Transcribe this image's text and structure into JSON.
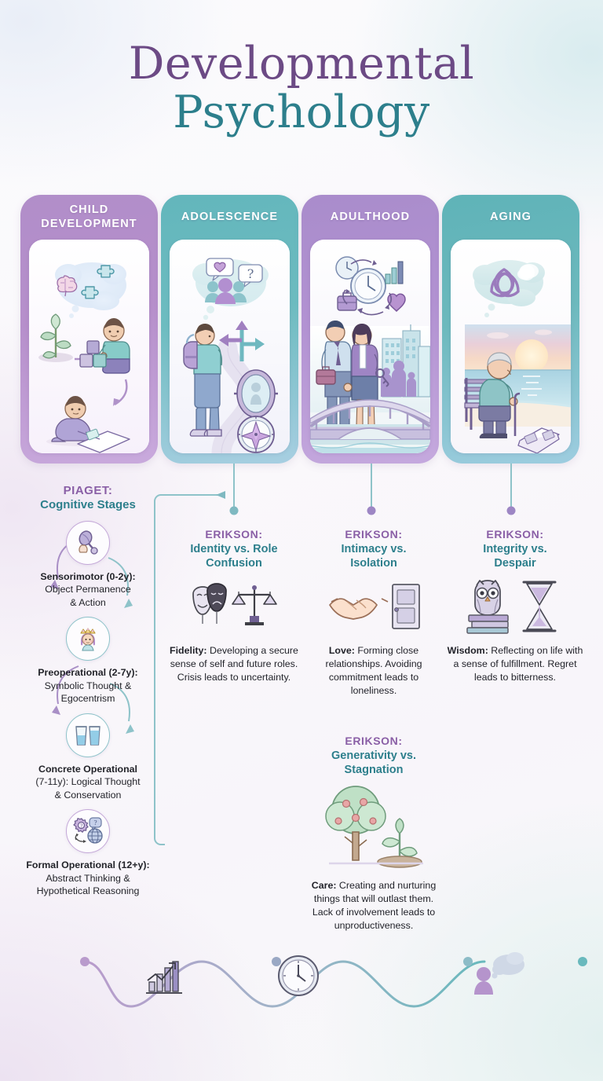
{
  "title": {
    "line1": "Developmental",
    "line2": "Psychology",
    "color_line1": "#6c4a85",
    "color_line2": "#2d7f8c"
  },
  "stage_cards": [
    {
      "label": "CHILD\nDEVELOPMENT",
      "color": "#b18ec9",
      "illustration": "child-development-illustration",
      "elements": [
        "thought-bubble-brain-puzzle",
        "seedling-plant",
        "toddler-with-blocks",
        "baby-reading-book",
        "growth-arrows"
      ]
    },
    {
      "label": "ADOLESCENCE",
      "color": "#63b6bc",
      "illustration": "adolescence-illustration",
      "elements": [
        "thought-bubble-peers-heart-question",
        "teen-with-backpack",
        "winding-path",
        "three-way-arrow",
        "mirror",
        "compass"
      ]
    },
    {
      "label": "ADULTHOOD",
      "color": "#a98ccb",
      "illustration": "adulthood-illustration",
      "elements": [
        "clocks-briefcase-chart-heart",
        "couple-on-bridge",
        "city-skyline",
        "family-silhouette",
        "keys"
      ]
    },
    {
      "label": "AGING",
      "color": "#5fb3b8",
      "illustration": "aging-illustration",
      "elements": [
        "thought-bubble-triquetra",
        "elder-on-bench",
        "ocean-sunset",
        "open-book",
        "walking-cane"
      ]
    }
  ],
  "piaget": {
    "heading_key": "PIAGET:",
    "heading_value": "Cognitive Stages",
    "stages": [
      {
        "icon": "rattle-icon",
        "title": "Sensorimotor (0-2y):",
        "detail": "Object Permanence\n& Action"
      },
      {
        "icon": "princess-child-icon",
        "title": "Preoperational (2-7y):",
        "detail": "Symbolic Thought &\nEgocentrism"
      },
      {
        "icon": "two-glasses-icon",
        "title": "Concrete Operational",
        "detail": "(7-11y): Logical Thought\n& Conservation"
      },
      {
        "icon": "gear-question-globe-icon",
        "title": "Formal Operational (12+y):",
        "detail": "Abstract Thinking &\nHypothetical Reasoning"
      }
    ]
  },
  "erikson": {
    "adolescence": {
      "heading_key": "ERIKSON:",
      "heading_value": "Identity vs. Role\nConfusion",
      "icon": "theater-masks-scales-icon",
      "virtue": "Fidelity:",
      "body": " Developing a secure sense of self and future roles. Crisis leads to uncertainty."
    },
    "adulthood": {
      "heading_key": "ERIKSON:",
      "heading_value": "Intimacy vs.\nIsolation",
      "icon": "handshake-door-icon",
      "virtue": "Love:",
      "body": " Forming close relationships. Avoiding commitment leads to loneliness."
    },
    "aging": {
      "heading_key": "ERIKSON:",
      "heading_value": "Integrity vs.\nDespair",
      "icon": "owl-books-hourglass-icon",
      "virtue": "Wisdom:",
      "body": " Reflecting on life with a sense of fulfillment. Regret leads to bitterness."
    },
    "generativity": {
      "heading_key": "ERIKSON:",
      "heading_value": "Generativity vs.\nStagnation",
      "icon": "tree-seedling-icon",
      "virtue": "Care:",
      "body": " Creating and nurturing things that will outlast them. Lack of involvement leads to unproductiveness."
    }
  },
  "footer": {
    "icons": [
      "growth-chart-icon",
      "clock-icon",
      "person-thought-bubble-icon"
    ],
    "wave_color_start": "#b99bcc",
    "wave_color_end": "#69b9bd"
  }
}
